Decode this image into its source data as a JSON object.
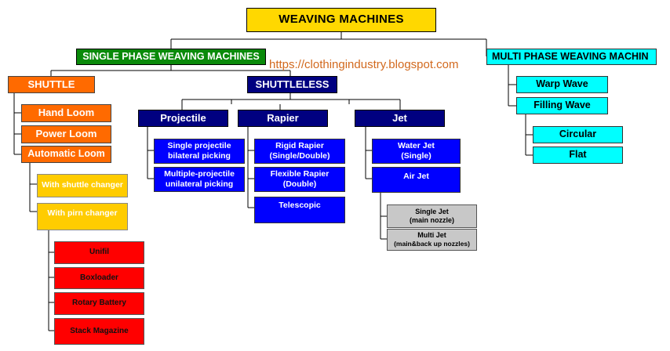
{
  "title": "WEAVING MACHINES",
  "watermark": "https://clothingindustry.blogspot.com",
  "single_phase": "SINGLE PHASE WEAVING MACHINES",
  "multi_phase": "MULTI PHASE WEAVING MACHIN",
  "multi_children": {
    "warp": "Warp Wave",
    "filling": "Filling Wave",
    "circular": "Circular",
    "flat": "Flat"
  },
  "shuttle": {
    "label": "SHUTTLE",
    "hand_loom": "Hand Loom",
    "power_loom": "Power Loom",
    "automatic_loom": "Automatic Loom",
    "shuttle_changer": "With shuttle changer",
    "pirn_changer": "With pirn changer",
    "unifil": "Unifil",
    "boxloader": "Boxloader",
    "rotary_battery": "Rotary Battery",
    "stack_magazine": "Stack Magazine"
  },
  "shuttleless": {
    "label": "SHUTTLELESS",
    "projectile": {
      "label": "Projectile",
      "single_line1": "Single projectile",
      "single_line2": "bilateral picking",
      "multi_line1": "Multiple-projectile",
      "multi_line2": "unilateral picking"
    },
    "rapier": {
      "label": "Rapier",
      "rigid_line1": "Rigid Rapier",
      "rigid_line2": "(Single/Double)",
      "flexible_line1": "Flexible Rapier",
      "flexible_line2": "(Double)",
      "telescopic": "Telescopic"
    },
    "jet": {
      "label": "Jet",
      "water_line1": "Water Jet",
      "water_line2": "(Single)",
      "air": "Air Jet",
      "single_line1": "Single Jet",
      "single_line2": "(main nozzle)",
      "multi_line1": "Multi Jet",
      "multi_line2": "(main&back up nozzles)"
    }
  },
  "colors": {
    "title": "#ffd800",
    "single_phase": "#0a8a0a",
    "multi_phase": "#00ffff",
    "shuttle": "#ff6a00",
    "shuttleless": "#000080",
    "shuttleless_leaf": "#0000ff",
    "changer": "#ffcc00",
    "pirn_leaf": "#ff0000",
    "jet_leaf": "#c8c8c8",
    "watermark": "#d2691e"
  }
}
